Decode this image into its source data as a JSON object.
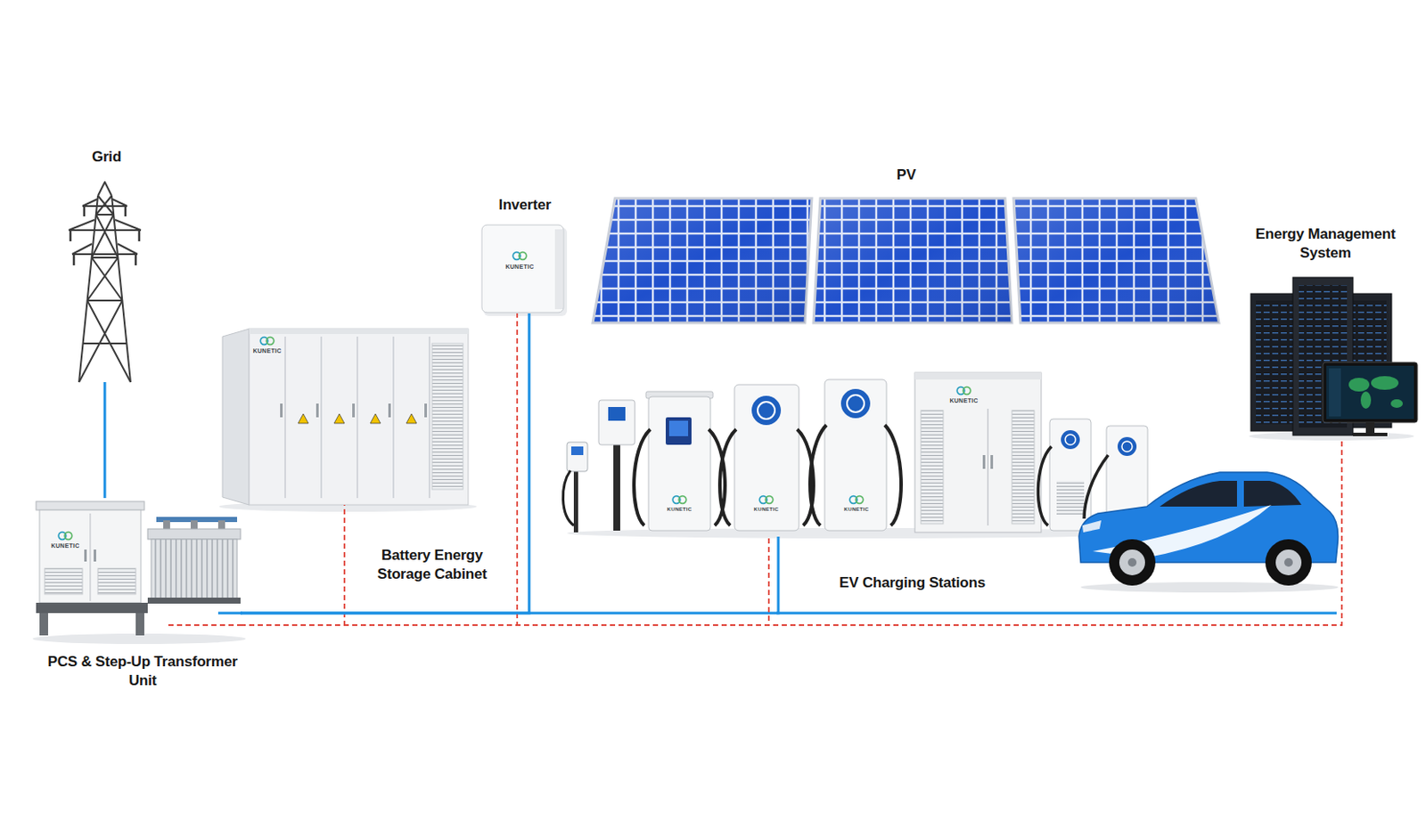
{
  "diagram": {
    "nodes": [
      {
        "text": [
          "Grid"
        ]
      },
      {
        "text": [
          "PCS & Step-Up Transformer Unit"
        ]
      },
      {
        "text": [
          "Battery Energy Storage Cabinet"
        ]
      },
      {
        "text": [
          "Inverter"
        ]
      },
      {
        "text": [
          "PV"
        ]
      },
      {
        "text": [
          "EV Charging Stations"
        ]
      },
      {
        "text": [
          "Energy Management System"
        ]
      }
    ],
    "edges": [
      {
        "from": 0,
        "to": 1,
        "arrow": "none"
      },
      {
        "from": 1,
        "to": 2,
        "arrow": "none"
      },
      {
        "from": 1,
        "to": 3,
        "arrow": "none"
      },
      {
        "from": 1,
        "to": 3,
        "arrow": "none"
      },
      {
        "from": 1,
        "to": 5,
        "arrow": "none"
      },
      {
        "from": 1,
        "to": 5,
        "arrow": "none"
      },
      {
        "from": 1,
        "to": 6,
        "arrow": "none"
      }
    ],
    "labels": [
      "KUNETIC",
      "KUNETIC",
      "KUNETIC",
      "KUNETIC",
      "KUNETIC",
      "KUNETIC",
      "KUNETIC"
    ]
  }
}
